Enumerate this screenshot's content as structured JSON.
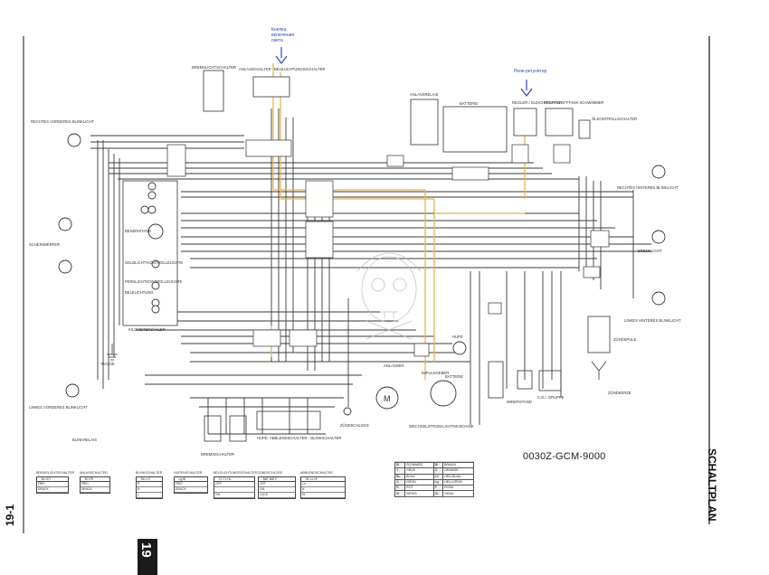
{
  "page": {
    "title": "SCHALTPLAN",
    "page_number": "19-1",
    "tab_number": "19",
    "reference_code": "0030Z-GCM-9000"
  },
  "annotations": {
    "ignition_note_line1": "Кнопка",
    "ignition_note_line2": "включения",
    "ignition_note_line3": "света",
    "regulator_note": "Реле-регулятор",
    "arrow_color": "#2b47c9"
  },
  "components": {
    "bremslichtschalter": "BREMSLICHTSCHALTER",
    "anlasschalter": "ANLASSCHALTER",
    "beleuchtungsschalter": "BELEUCHTUNGSSCHALTER",
    "rechtes_vorderes_blinklicht": "RECHTES VORDERES BLINKLICHT",
    "scheinwerfer": "SCHEINWERFER",
    "linkes_vorderes_blinklicht": "LINKES VORDERES BLINKLICHT",
    "blinkrelais": "BLINKRELAIS",
    "benzinstand": "BENZINSTAND",
    "gelblicht_kontrollleuchte": "GELBLICHT-KONTROLLEUCHTE",
    "fernlichtkontrollleuchte": "FERNLICHTKONTROLLEUCHTE",
    "beleuchtung": "BELEUCHTUNG",
    "kilometerzaehler": "KILOMETERZÄHLER",
    "horn": "HUPE",
    "masse": "MASSE",
    "anlassrelais": "ANLASSRELAIS",
    "batterie": "BATTERIE",
    "regler_gleichrichter": "REGLER / GLEICHRICHTER",
    "kraftstofftank": "KRAFTSTOFFTANK-SCHWIMMER",
    "oelkontrollschalter": "ÖLKONTROLLSCHALTER",
    "rechtes_hinteres_blinklicht": "RECHTES HINTERES BLINKLICHT",
    "bremslicht": "BREMSLICHT",
    "linkes_hinteres_blinklicht": "LINKES HINTERES BLINKLICHT",
    "zuendspule": "ZÜNDSPULE",
    "zuendkerze": "ZÜNDKERZE",
    "cdi_gruppe": "C.D.I. GRUPPE",
    "lichtmaschine": "WECHSELSTROM-LICHTMASCHINE",
    "anlasser": "ANLASSER",
    "batterie2": "BATTERIE",
    "bremsschalter": "BREMSSCHALTER",
    "hupe_abblend_blink": "HUPE- ABBLENDSCHALTER - BLINKSCHALTER",
    "zuendschloss": "ZÜNDSCHLOSS",
    "impulsgeber": "IMPULSGEBER",
    "widerstand": "WIDERSTAND"
  },
  "switch_tables": [
    {
      "name": "BREMSLICHTSCHALTER",
      "cols": [
        "BL",
        "G/Y"
      ],
      "rows": [
        "FREI",
        "DRUCK"
      ]
    },
    {
      "name": "ANLASSCHALTER",
      "cols": [
        "Bl",
        "Y/R"
      ],
      "rows": [
        "FREI",
        "DRUCK"
      ]
    },
    {
      "name": "BLINKSCHALTER",
      "cols": [
        "Sb",
        "L",
        "O"
      ],
      "rows": [
        "R",
        "N",
        "L"
      ]
    },
    {
      "name": "HUPENSCHALTER",
      "cols": [
        "Lg",
        "Bl"
      ],
      "rows": [
        "FREI",
        "DRUCK"
      ]
    },
    {
      "name": "BELEUCHTUNGSSCHALTER",
      "cols": [
        "C1",
        "TL",
        "HL"
      ],
      "rows": [
        "OFF",
        "",
        "ON"
      ]
    },
    {
      "name": "ZÜNDSCHLOSS",
      "cols": [
        "BAT",
        "BAT2"
      ],
      "rows": [
        "OFF",
        "ON",
        "LOCK"
      ]
    },
    {
      "name": "ABBLENDSCHALTER",
      "cols": [
        "HL",
        "Lo",
        "Hi"
      ],
      "rows": [
        "Lo",
        "N",
        "Hi"
      ]
    }
  ],
  "color_codes": [
    [
      "Bl",
      "SCHWARZ",
      "Br",
      "BRAUN"
    ],
    [
      "Y",
      "GELB",
      "O",
      "ORANGE"
    ],
    [
      "Bu",
      "BLAU",
      "Lb",
      "HELLBLAU"
    ],
    [
      "G",
      "GRÜN",
      "Lg",
      "HELLGRÜN"
    ],
    [
      "R",
      "ROT",
      "P",
      "ROSA"
    ],
    [
      "W",
      "WEISS",
      "Gr",
      "GRAU"
    ]
  ]
}
